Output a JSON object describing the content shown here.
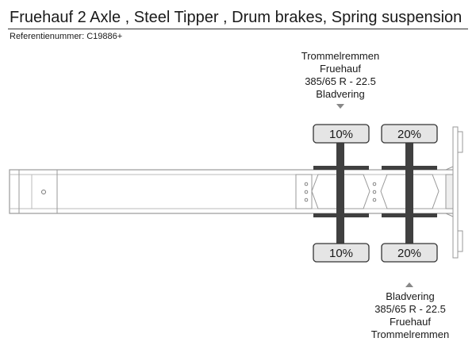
{
  "title": "Fruehauf 2 Axle , Steel Tipper , Drum brakes, Spring suspension",
  "reference": "Referentienummer: C19886+",
  "axles": [
    {
      "name": "axle-1",
      "top_tire_wear": "10%",
      "bottom_tire_wear": "10%",
      "info": {
        "brakes": "Trommelremmen",
        "brand": "Fruehauf",
        "tire_size": "385/65 R - 22.5",
        "suspension": "Bladvering"
      }
    },
    {
      "name": "axle-2",
      "top_tire_wear": "20%",
      "bottom_tire_wear": "20%",
      "info": {
        "suspension": "Bladvering",
        "tire_size": "385/65 R - 22.5",
        "brand": "Fruehauf",
        "brakes": "Trommelremmen"
      }
    }
  ],
  "colors": {
    "tire_fill": "#e5e5e5",
    "axle_dark": "#404040",
    "frame_stroke": "#999999",
    "arrow": "#888888"
  }
}
